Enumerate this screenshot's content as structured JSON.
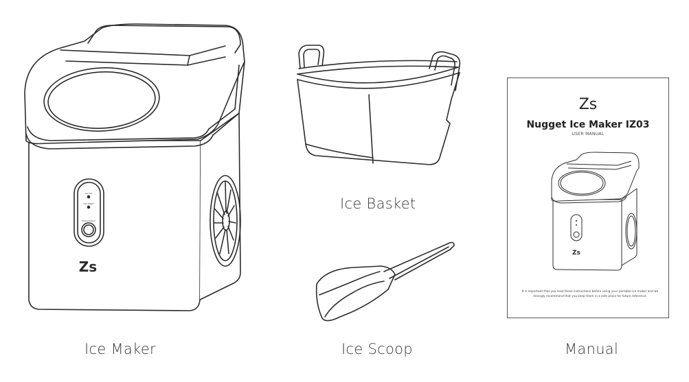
{
  "products": [
    {
      "id": "ice-maker",
      "caption": "Ice Maker",
      "brand_logo": "Zs"
    },
    {
      "id": "ice-basket",
      "caption": "Ice Basket"
    },
    {
      "id": "ice-scoop",
      "caption": "Ice Scoop"
    },
    {
      "id": "manual",
      "caption": "Manual"
    }
  ],
  "manual": {
    "logo": "Zs",
    "title": "Nugget Ice Maker IZ03",
    "subtitle": "USER MANUAL",
    "note": "It is important that you read these instructions before using your portable ice maker and we strongly recommend that you keep them in a safe place for future reference.",
    "device_logo": "Zs"
  },
  "control_panel": {
    "labels": [
      "Ice Full",
      "Add Water",
      "Power/Select"
    ]
  },
  "colors": {
    "line": "#2b2b2b",
    "panel": "#ffffff",
    "text": "#3a3a3a"
  }
}
